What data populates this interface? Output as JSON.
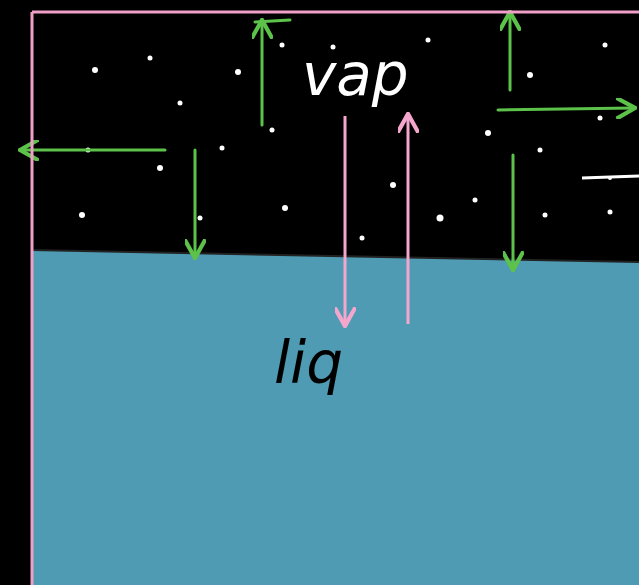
{
  "diagram": {
    "nodes": [
      {
        "text": [
          "vap"
        ]
      },
      {
        "text": [
          "liq"
        ]
      }
    ],
    "edges": [
      {
        "from": 0,
        "to": 1,
        "arrow": "to"
      },
      {
        "from": 1,
        "to": 0,
        "arrow": "to"
      }
    ]
  }
}
